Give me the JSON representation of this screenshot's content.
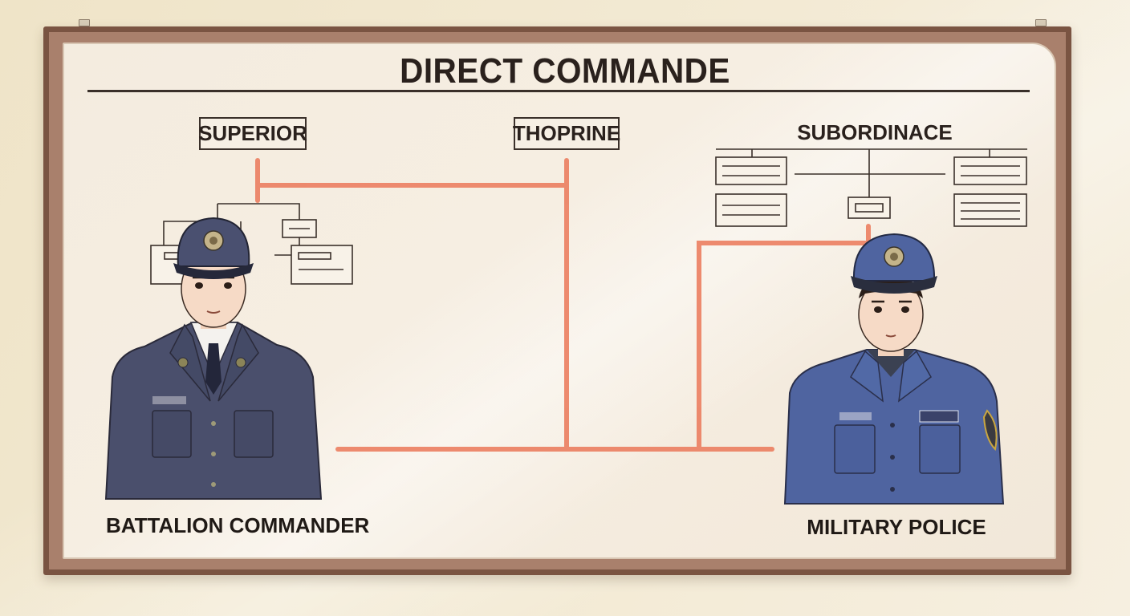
{
  "title": "DIRECT COMMANDE",
  "nodes": {
    "superior": "SUPERIOR",
    "middle": "THOPRINE",
    "subordinate": "SUBORDINACE"
  },
  "captions": {
    "left": "BATTALION COMMANDER",
    "right": "MILITARY POLICE"
  },
  "colors": {
    "command_line": "#ec8467",
    "frame": "#7a5442",
    "ink": "#2a211d",
    "officer_uniform": "#4a4f6c",
    "police_uniform": "#4f64a0"
  },
  "figures": {
    "left": "officer-figure",
    "right": "police-figure"
  }
}
